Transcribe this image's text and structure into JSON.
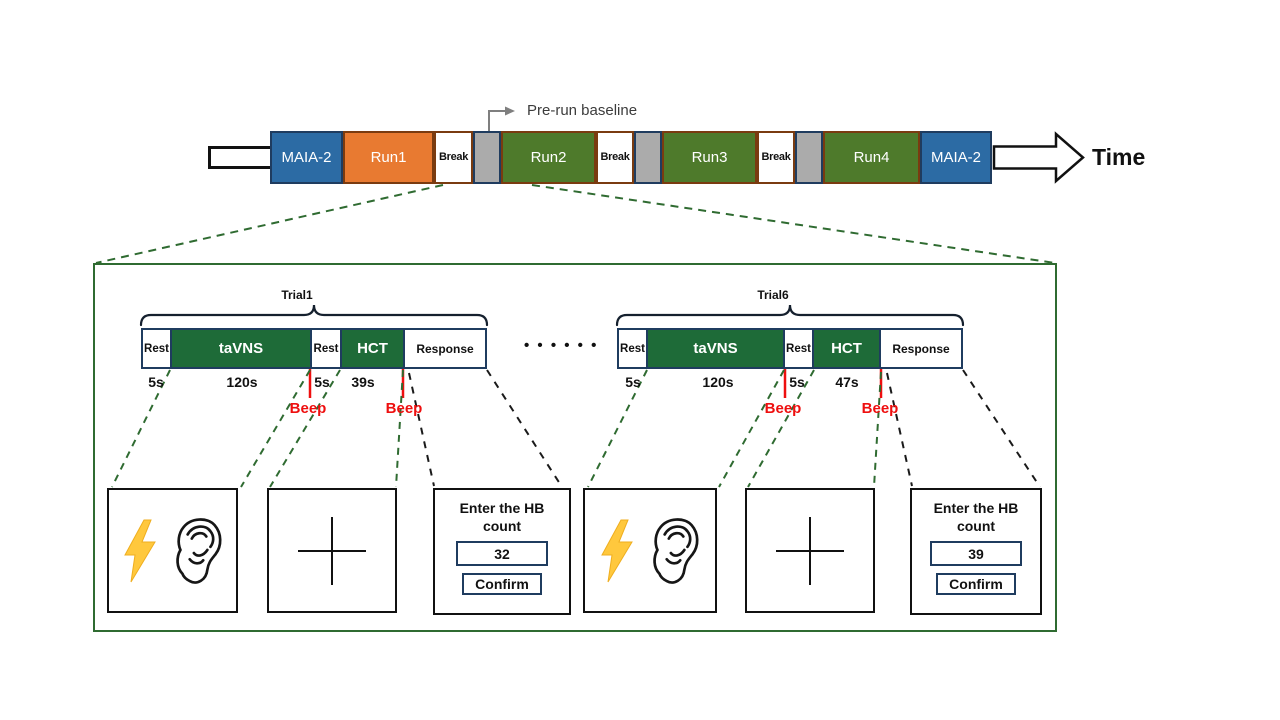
{
  "colors": {
    "maia_blue": "#2C6BA4",
    "run_orange": "#E87A31",
    "run_green": "#4E7A2B",
    "segment_green": "#1E6B38",
    "gray_baseline_box": "#ABABAB",
    "brown_border": "#7A3B10",
    "navy_border": "#1F3C5F",
    "beep_red": "#EE0F0F",
    "panel_green": "#2F6B31",
    "bolt_yellow": "#FFC83D"
  },
  "timeline": {
    "items": [
      {
        "label": "MAIA-2"
      },
      {
        "label": "Run1"
      },
      {
        "label": "Break"
      },
      {
        "label": ""
      },
      {
        "label": "Run2"
      },
      {
        "label": "Break"
      },
      {
        "label": ""
      },
      {
        "label": "Run3"
      },
      {
        "label": "Break"
      },
      {
        "label": ""
      },
      {
        "label": "Run4"
      },
      {
        "label": "MAIA-2"
      }
    ],
    "baseline_annotation": "Pre-run baseline",
    "axis_label": "Time"
  },
  "ellipsis": "• • • • • •",
  "icons": {
    "stimulus": [
      "lightning-icon",
      "ear-icon"
    ],
    "fixation": "fixation-cross"
  },
  "trials": [
    {
      "title": "Trial1",
      "segments": [
        {
          "label": "Rest",
          "duration": "5s"
        },
        {
          "label": "taVNS",
          "duration": "120s"
        },
        {
          "label": "Rest",
          "duration": "5s"
        },
        {
          "label": "HCT",
          "duration": "39s"
        },
        {
          "label": "Response",
          "duration": ""
        }
      ],
      "beeps": [
        "Beep",
        "Beep"
      ],
      "response_screen": {
        "prompt": "Enter the HB count",
        "value": "32",
        "confirm_label": "Confirm"
      }
    },
    {
      "title": "Trial6",
      "segments": [
        {
          "label": "Rest",
          "duration": "5s"
        },
        {
          "label": "taVNS",
          "duration": "120s"
        },
        {
          "label": "Rest",
          "duration": "5s"
        },
        {
          "label": "HCT",
          "duration": "47s"
        },
        {
          "label": "Response",
          "duration": ""
        }
      ],
      "beeps": [
        "Beep",
        "Beep"
      ],
      "response_screen": {
        "prompt": "Enter the HB count",
        "value": "39",
        "confirm_label": "Confirm"
      }
    }
  ]
}
